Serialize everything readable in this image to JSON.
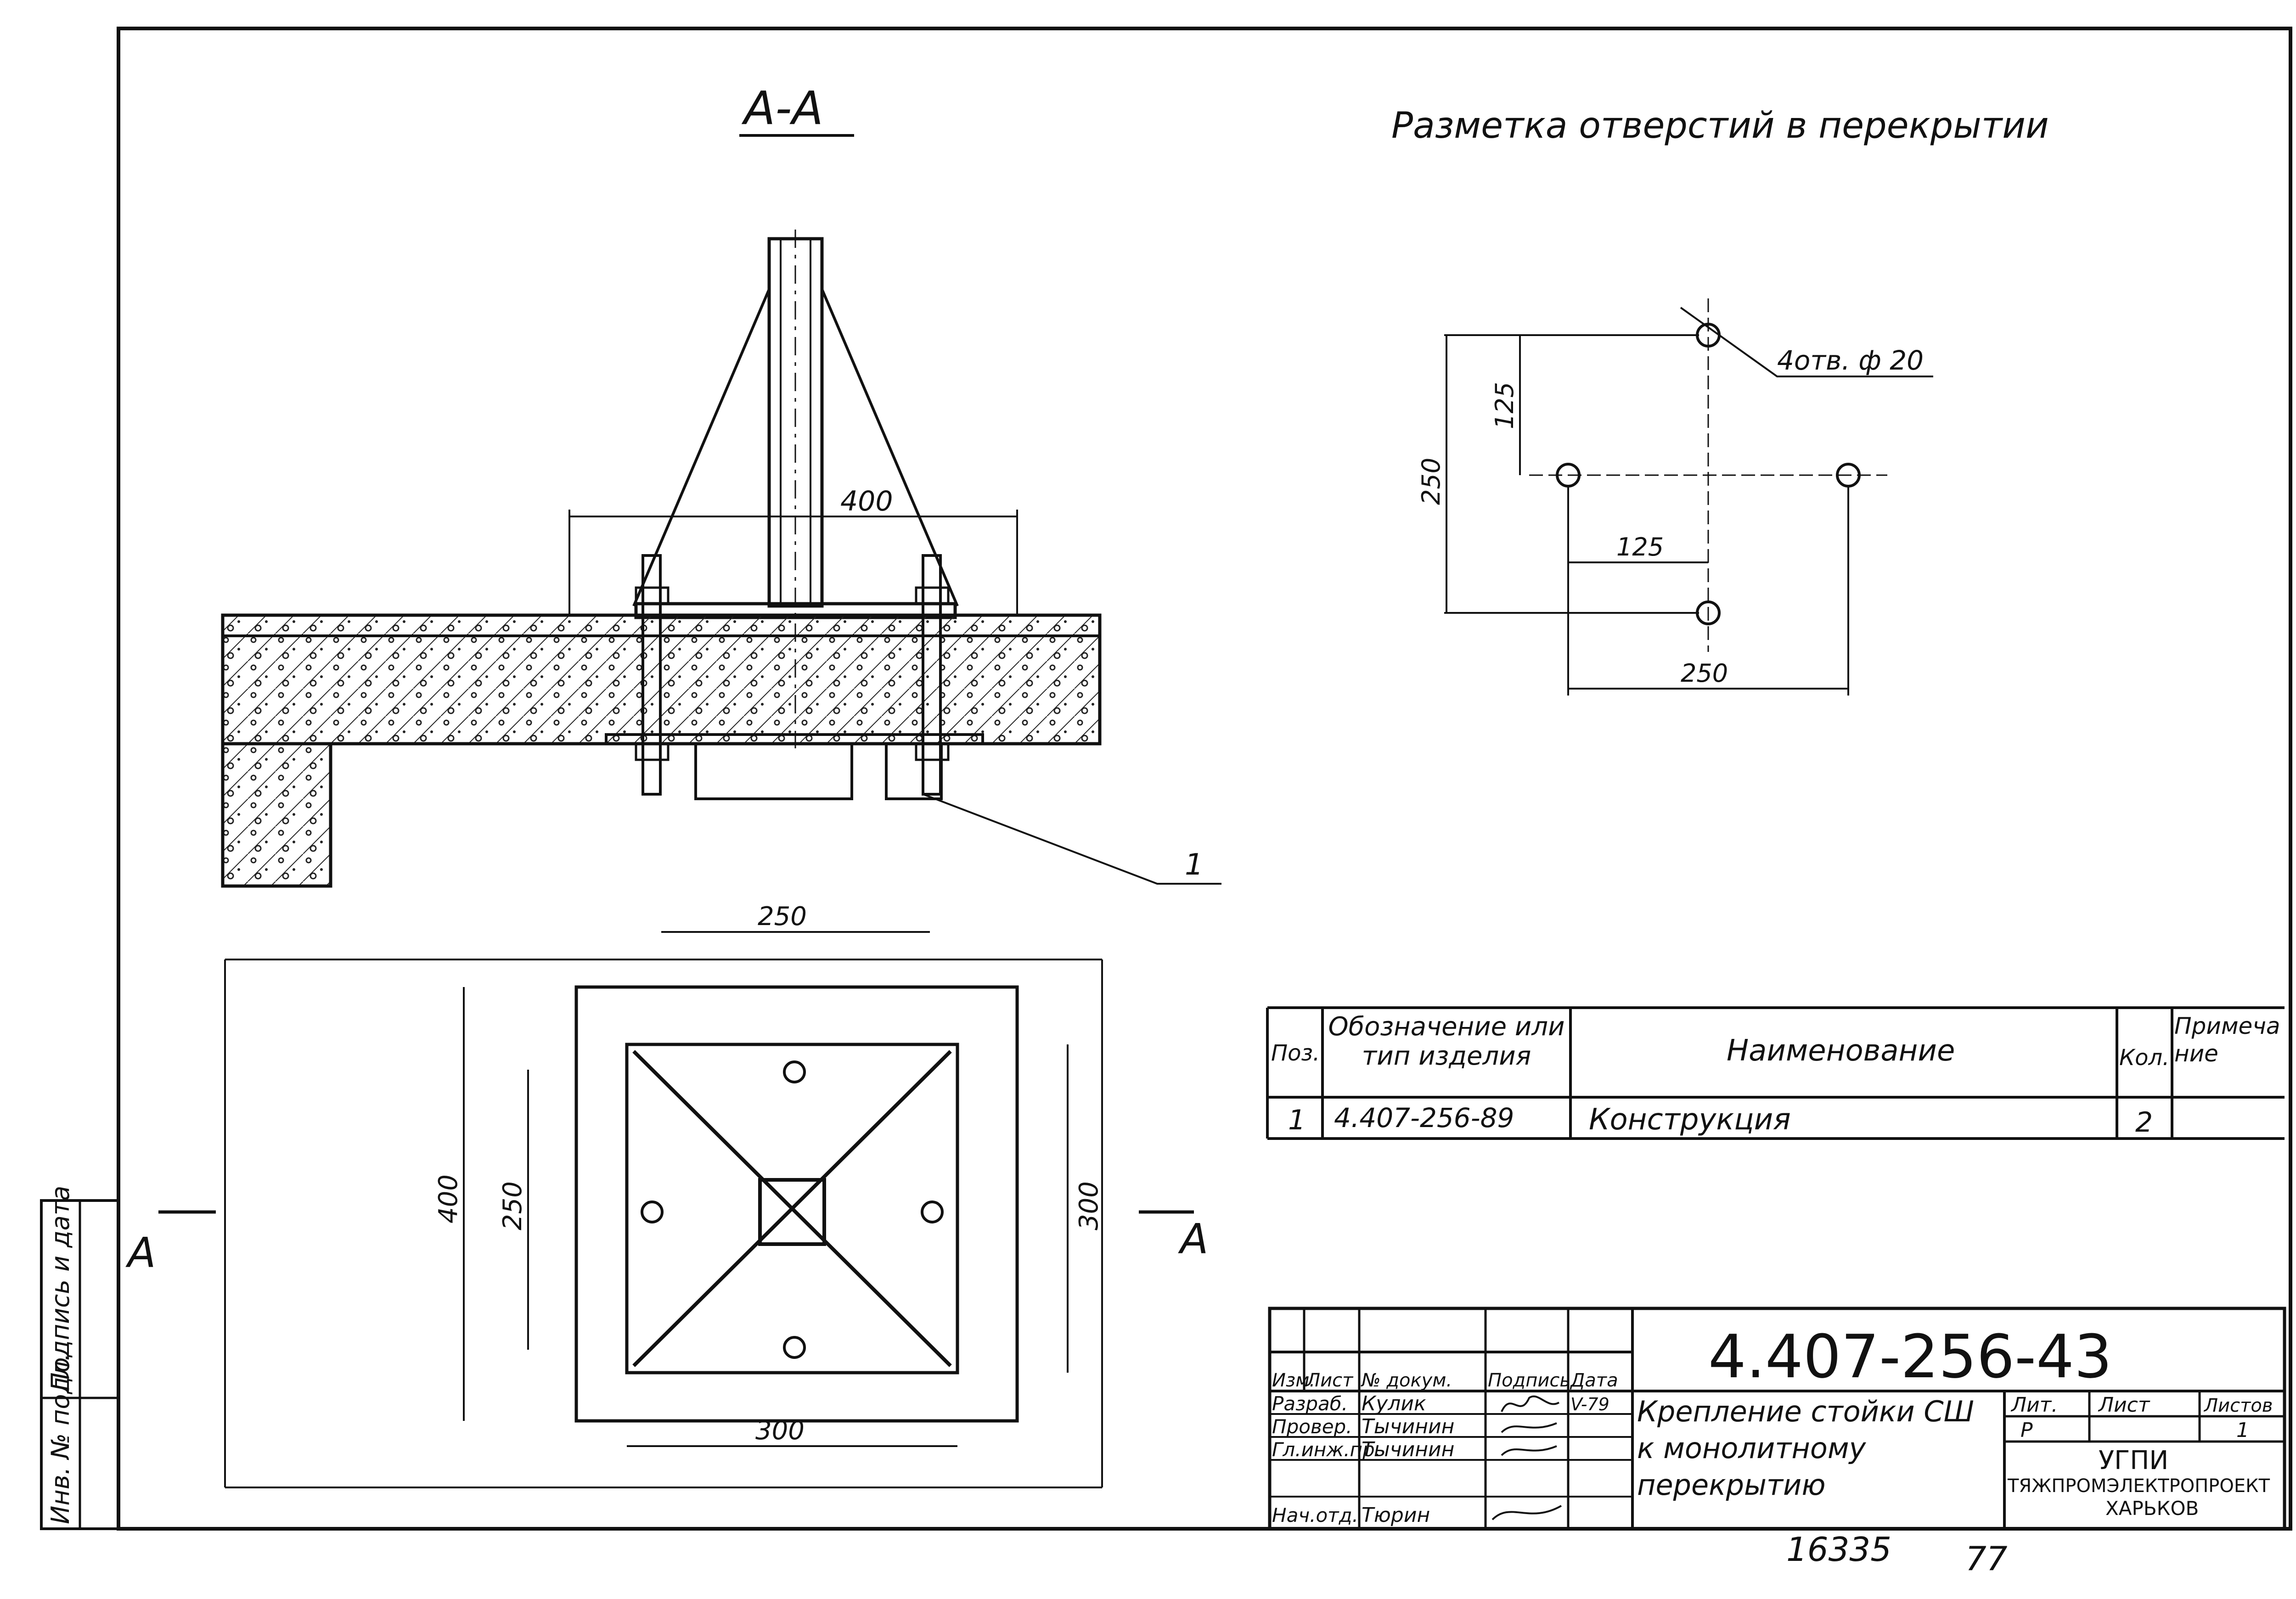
{
  "section_title": "А-А",
  "holes_title": "Разметка отверстий в перекрытии",
  "holes_note": "4отв. ф 20",
  "section_dims": {
    "width": "400"
  },
  "holes_dims": {
    "d125_v": "125",
    "d250_v": "250",
    "d125_h": "125",
    "d250_h": "250"
  },
  "plan_dims": {
    "top": "250",
    "bottom": "300",
    "left_outer": "400",
    "left_inner": "250",
    "right": "300"
  },
  "section_mark": "А",
  "leader_position": "1",
  "spec": {
    "headers": {
      "pos": "Поз.",
      "designation": "Обозначение или тип изделия",
      "name": "Наименование",
      "qty": "Кол.",
      "note": "Примечание"
    },
    "row": {
      "pos": "1",
      "designation": "4.407-256-89",
      "name": "Конструкция",
      "qty": "2",
      "note": ""
    }
  },
  "title_block": {
    "doc_number": "4.407-256-43",
    "headers": {
      "izm": "Изм.",
      "list": "Лист",
      "doc": "№ докум.",
      "sign": "Подпись",
      "date": "Дата"
    },
    "roles": [
      {
        "role": "Разраб.",
        "name": "Кулик",
        "date": "V-79"
      },
      {
        "role": "Провер.",
        "name": "Тычинин",
        "date": ""
      },
      {
        "role": "Гл.инж.пр.",
        "name": "Тычинин",
        "date": ""
      },
      {
        "role": "Нач.отд.",
        "name": "Тюрин",
        "date": ""
      }
    ],
    "description": "Крепление стойки СШ к монолитному перекрытию",
    "lit_label": "Лит.",
    "list_label": "Лист",
    "lists_label": "Листов",
    "lit_value": "Р",
    "lists_value": "1",
    "org_line1": "УГПИ",
    "org_line2": "ТЯЖПРОМЭЛЕКТРОПРОЕКТ",
    "org_line3": "ХАРЬКОВ"
  },
  "side_stamp": {
    "inv": "Инв. № подл.",
    "sign_date": "Подпись и дата"
  },
  "bottom": {
    "archive": "16335",
    "page": "77"
  }
}
